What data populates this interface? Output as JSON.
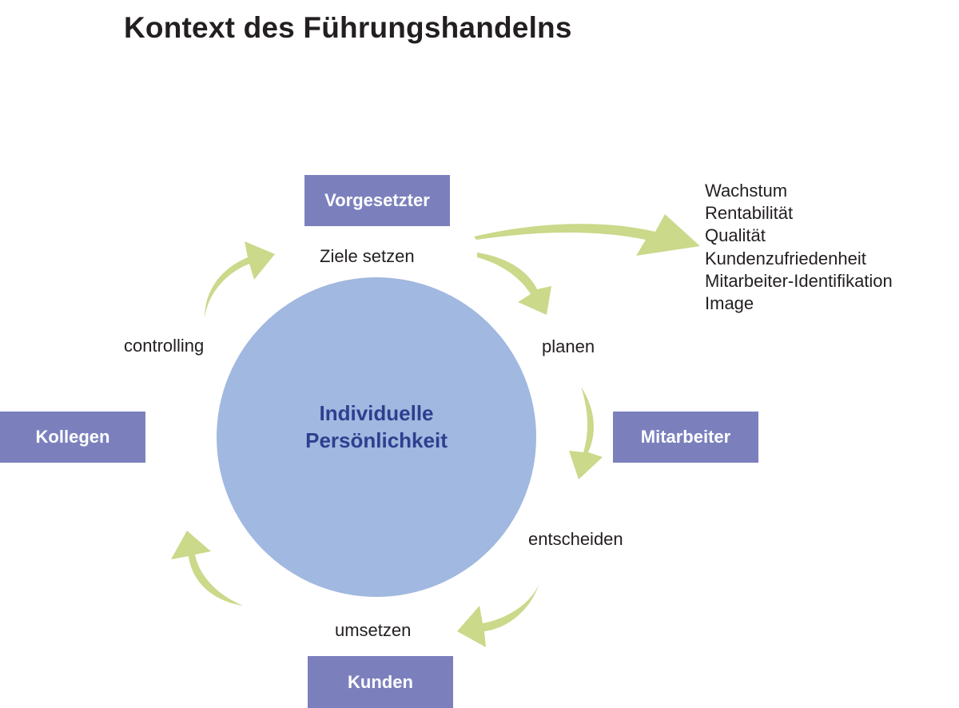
{
  "title": "Kontext des Führungshandelns",
  "center": {
    "line1": "Individuelle",
    "line2": "Persönlichkeit"
  },
  "stakeholders": {
    "top": "Vorgesetzter",
    "right": "Mitarbeiter",
    "left": "Kollegen",
    "bottom": "Kunden"
  },
  "cycle_steps": {
    "ziele": "Ziele setzen",
    "planen": "planen",
    "entscheiden": "entscheiden",
    "umsetzen": "umsetzen",
    "controlling": "controlling"
  },
  "goals": [
    "Wachstum",
    "Rentabilität",
    "Qualität",
    "Kundenzufriedenheit",
    "Mitarbeiter-Identifikation",
    "Image"
  ],
  "colors": {
    "box": "#7b80bd",
    "circle": "#a1b8e0",
    "center_text": "#2e3f8f",
    "arrow": "#cad98a"
  }
}
